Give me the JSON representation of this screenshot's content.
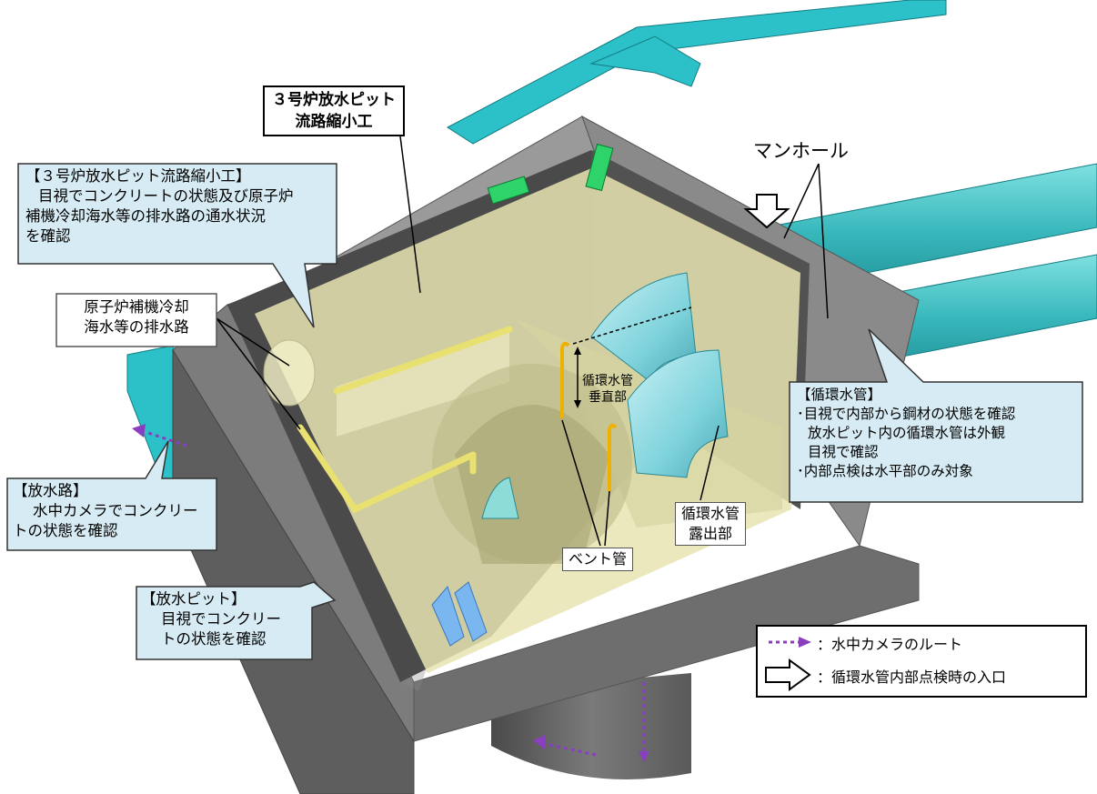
{
  "title": {
    "line1": "３号炉放水ピット",
    "line2": "流路縮小工"
  },
  "notes": {
    "reduction_work": {
      "line1": "【３号炉放水ピット流路縮小工】",
      "line2": "目視でコンクリートの状態及び原子炉",
      "line3": "補機冷却海水等の排水路の通水状況",
      "line4": "を確認"
    },
    "drainage_path": {
      "line1": "原子炉補機冷却",
      "line2": "海水等の排水路"
    },
    "discharge_channel": {
      "line1": "【放水路】",
      "line2": "水中カメラでコンクリー",
      "line3": "トの状態を確認"
    },
    "discharge_pit": {
      "line1": "【放水ピット】",
      "line2": "目視でコンクリー",
      "line3": "トの状態を確認"
    },
    "circulating_pipe": {
      "line1": "【循環水管】",
      "line2": "･目視で内部から鋼材の状態を確認",
      "line3": "放水ピット内の循環水管は外観",
      "line4": "目視で確認",
      "line5": "･内部点検は水平部のみ対象"
    }
  },
  "labels": {
    "manhole": "マンホール",
    "pipe_vertical": {
      "line1": "循環水管",
      "line2": "垂直部"
    },
    "pipe_exposed": {
      "line1": "循環水管",
      "line2": "露出部"
    },
    "vent_pipe": "ベント管"
  },
  "legend": {
    "camera_route": "：水中カメラのルート",
    "inspection_entry": "：循環水管内部点検時の入口"
  },
  "colors": {
    "callout_fill": "#d6ebf3",
    "concrete": "#8c8c8c",
    "pipe": "#3cc8c8",
    "floor": "#e8e6b0",
    "camera_route": "#8a3fc0",
    "vent": "#f0b000"
  }
}
